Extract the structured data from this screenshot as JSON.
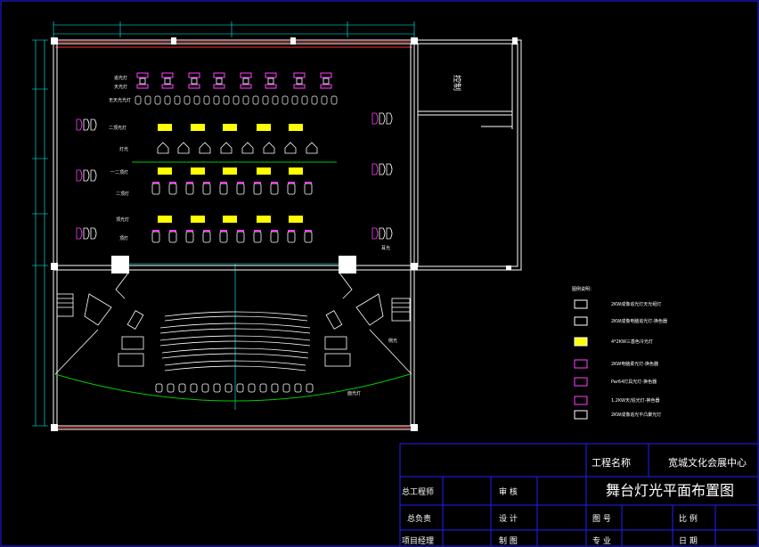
{
  "drawing": {
    "colors": {
      "background": "#000000",
      "wall": "#ffffff",
      "dimension": "#00ffff",
      "red_line": "#ff3030",
      "green_line": "#00cc00",
      "border": "#2020ff",
      "magenta": "#ff40ff",
      "yellow": "#ffff00"
    },
    "row_labels": {
      "row1a": "追光灯",
      "row1b": "天光灯",
      "row1c": "无天光光灯",
      "row2": "二顶光灯",
      "row3": "一二顶灯",
      "row4": "二顶灯",
      "row5": "顶光灯",
      "row6": "顶灯",
      "row_mid": "灯光"
    },
    "side_labels": {
      "side_light": "侧光",
      "face_light": "面光灯",
      "side_small": "耳光"
    },
    "room_label": "控制",
    "legend": {
      "title": "图例说明：",
      "items": [
        {
          "icon": "spot-icon",
          "text": "2KW成像追光灯天光组灯"
        },
        {
          "icon": "profile-icon",
          "text": "2KW成像电脑追光灯-换色器"
        },
        {
          "icon": "cyc-icon",
          "text": "4*2KW三基色冷光灯"
        },
        {
          "icon": "fresnel-icon",
          "text": "2KW电脑柔光灯-换色器"
        },
        {
          "icon": "par-icon",
          "text": "Par64灯具光灯-换色器"
        },
        {
          "icon": "followspot-icon",
          "text": "1.2KW天/追光灯-换色器"
        },
        {
          "icon": "flood-icon",
          "text": "2KW成像追光平凸聚光灯"
        }
      ]
    }
  },
  "title_block": {
    "project_name_label": "工程名称",
    "project_name": "宽城文化会展中心",
    "drawing_title": "舞台灯光平面布置图",
    "chief_engineer": "总工程师",
    "reviewer": "审 核",
    "general_manager": "总负责",
    "design": "设 计",
    "drawing_no": "图 号",
    "scale": "比 例",
    "project_manager": "项目经理",
    "drafter": "制 图",
    "discipline": "专 业",
    "date": "日 期"
  }
}
